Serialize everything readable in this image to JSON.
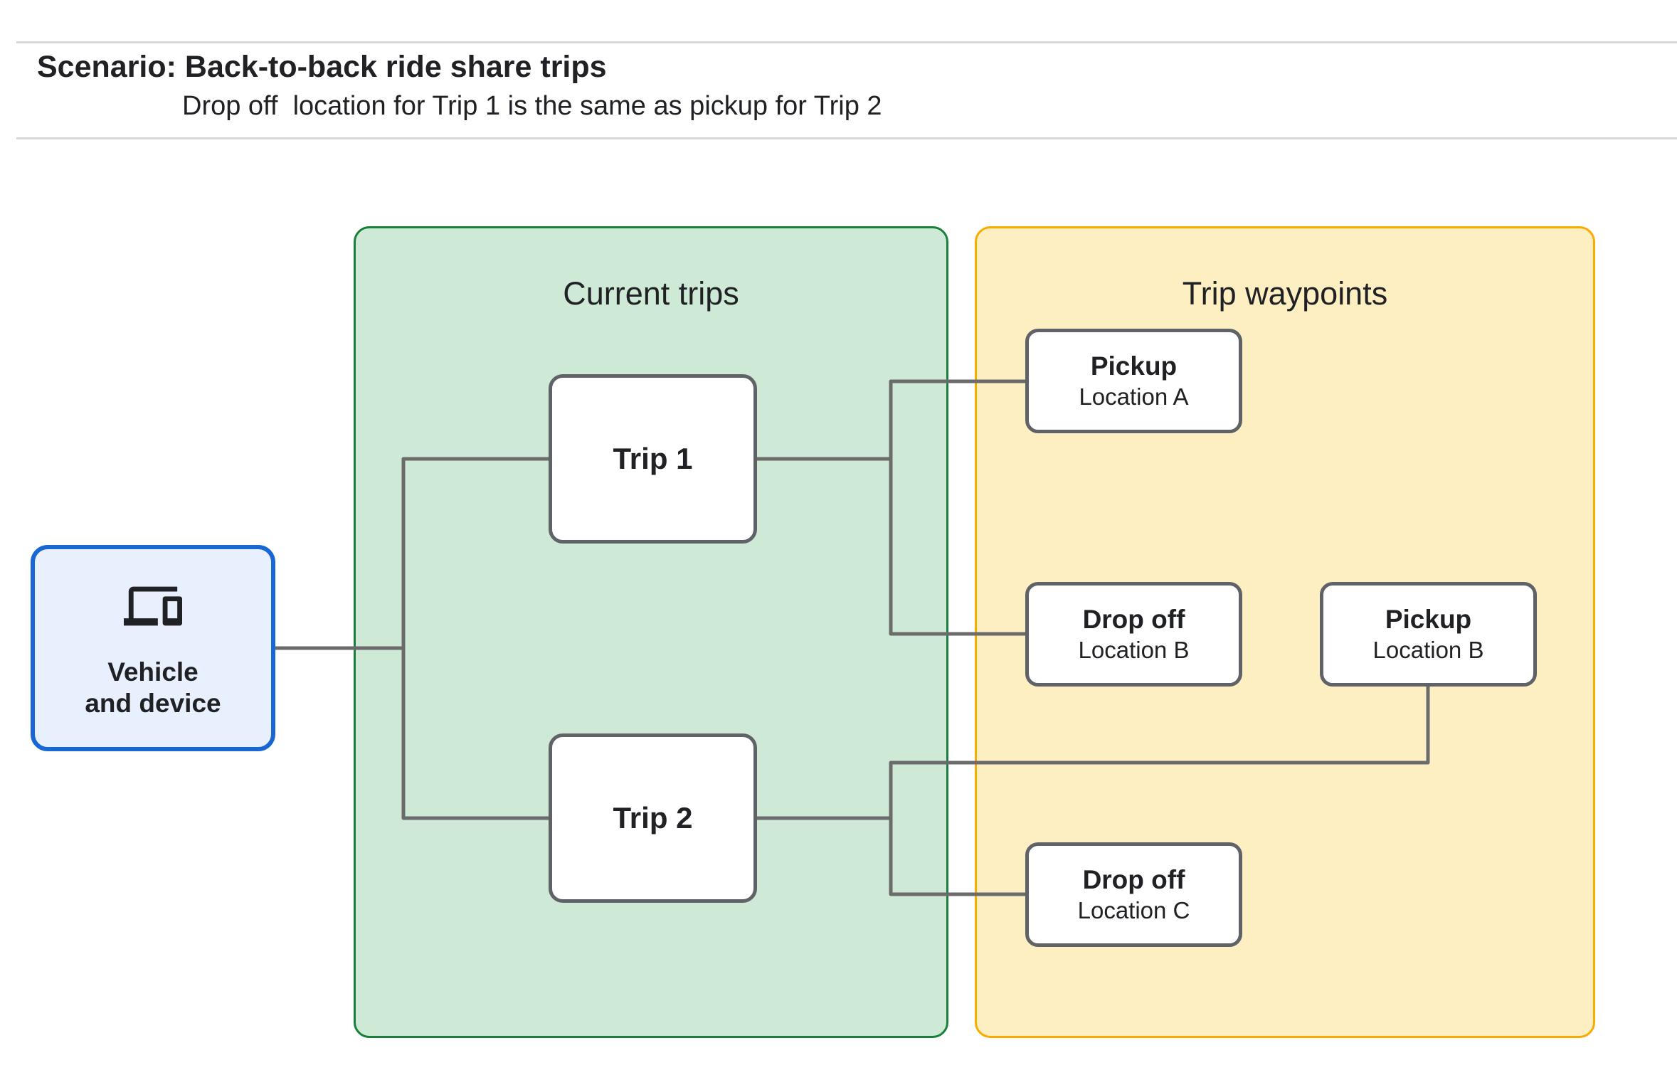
{
  "header": {
    "title": "Scenario: Back-to-back ride share trips",
    "subtitle": "Drop off  location for Trip 1 is the same as pickup for Trip 2"
  },
  "vehicle_node": {
    "icon": "devices-icon",
    "label_line1": "Vehicle",
    "label_line2": "and device"
  },
  "panels": {
    "current_trips": {
      "title": "Current trips",
      "nodes": [
        {
          "label": "Trip 1"
        },
        {
          "label": "Trip 2"
        }
      ]
    },
    "trip_waypoints": {
      "title": "Trip waypoints",
      "nodes": [
        {
          "title": "Pickup",
          "subtitle": "Location A"
        },
        {
          "title": "Drop off",
          "subtitle": "Location B"
        },
        {
          "title": "Pickup",
          "subtitle": "Location B"
        },
        {
          "title": "Drop off",
          "subtitle": "Location C"
        }
      ]
    }
  },
  "colors": {
    "green-fill": "#ceead6",
    "green-border": "#188038",
    "yellow-fill": "#feefc3",
    "yellow-border": "#f9ab00",
    "blue-fill": "#e8f0fe",
    "blue-border": "#1967d2",
    "connector": "#6b6b6b",
    "box-border": "#5f6368",
    "text": "#202124",
    "rule": "#d8d8d8"
  }
}
